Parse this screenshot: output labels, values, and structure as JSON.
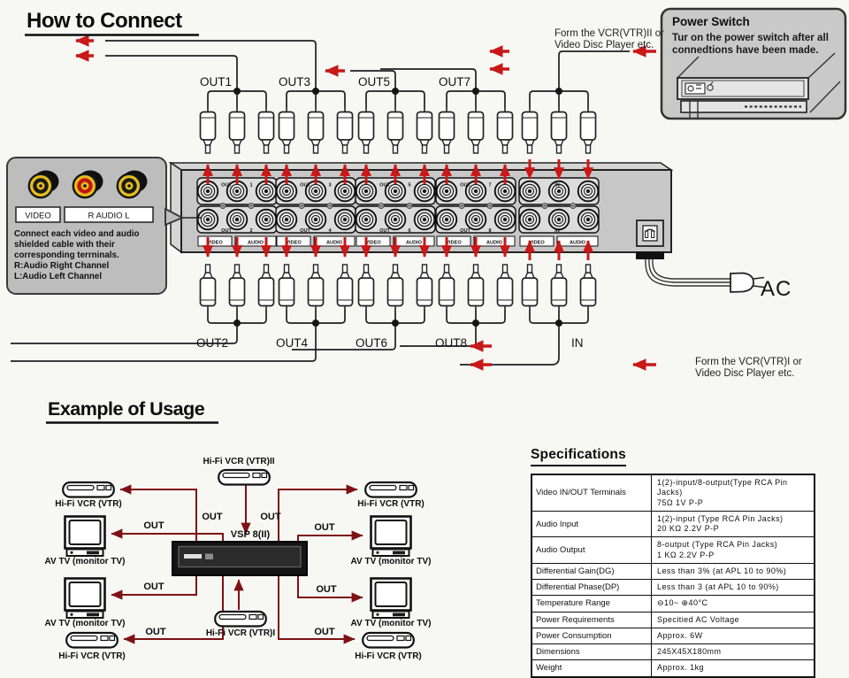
{
  "colors": {
    "arrow_red": "#c81818",
    "usage_line_red": "#7e1212",
    "panel_gray": "#c7c7c7",
    "callout_gray": "#bdbdbd",
    "jack_yellow": "#e5bd1c"
  },
  "how_to_connect": {
    "title": "How to Connect",
    "out_top": [
      "OUT1",
      "OUT3",
      "OUT5",
      "OUT7"
    ],
    "out_bottom": [
      "OUT2",
      "OUT4",
      "OUT6",
      "OUT8"
    ],
    "in_label": "IN",
    "ac_label": "AC",
    "top_source_note": [
      "Form the VCR(VTR)II or",
      "Video Disc Player etc."
    ],
    "bottom_source_note": [
      "Form the VCR(VTR)I or",
      "Video Disc Player etc."
    ],
    "panel": {
      "video_label": "VIDEO",
      "audio_label": "AUDIO",
      "sections": [
        {
          "t": "OUT",
          "tn": "1",
          "b": "OUT",
          "bn": "2"
        },
        {
          "t": "OUT",
          "tn": "3",
          "b": "OUT",
          "bn": "4"
        },
        {
          "t": "OUT",
          "tn": "5",
          "b": "OUT",
          "bn": "6"
        },
        {
          "t": "OUT",
          "tn": "7",
          "b": "OUT",
          "bn": "8"
        },
        {
          "t": "IN",
          "tn": "",
          "b": "IN",
          "bn": ""
        }
      ]
    },
    "callout": {
      "video_label": "VIDEO",
      "audio_label": "R AUDIO L",
      "lines": [
        "Connect each video and audio",
        "shielded cable with their",
        "corresponding terrninals.",
        "R:Audio Right Channel",
        "L:Audio Left Channel"
      ]
    },
    "power_switch": {
      "title": "Power Switch",
      "lines": [
        "Tur on the power switch after all",
        "connedtions have been made."
      ]
    }
  },
  "example_of_usage": {
    "title": "Example of Usage",
    "out_label": "OUT",
    "vsp_label": "VSP 8(II)",
    "top_vcr_label": "Hi-Fi VCR (VTR)II",
    "bottom_vcr_label": "Hi-Fi VCR (VTR)I",
    "left_devices": [
      {
        "type": "vcr",
        "label": "Hi-Fi VCR (VTR)"
      },
      {
        "type": "tv",
        "label": "AV TV (monitor TV)"
      },
      {
        "type": "tv",
        "label": "AV TV (monitor TV)"
      },
      {
        "type": "vcr",
        "label": "Hi-Fi VCR (VTR)"
      }
    ],
    "right_devices": [
      {
        "type": "vcr",
        "label": "Hi-Fi VCR (VTR)"
      },
      {
        "type": "tv",
        "label": "AV TV (monitor TV)"
      },
      {
        "type": "tv",
        "label": "AV TV (monitor TV)"
      },
      {
        "type": "vcr",
        "label": "Hi-Fi VCR (VTR)"
      }
    ]
  },
  "specifications": {
    "title": "Specifications",
    "rows": [
      {
        "label": "Video IN/OUT Terminals",
        "values": [
          "1(2)-input/8-output(Type RCA Pin Jacks)",
          "75Ω  1V P-P"
        ]
      },
      {
        "label": "Audio Input",
        "values": [
          "1(2)-input (Type RCA Pin Jacks)",
          "20 KΩ  2.2V P-P"
        ]
      },
      {
        "label": "Audio Output",
        "values": [
          "8-output (Type RCA Pin Jacks)",
          "1 KΩ  2.2V P-P"
        ]
      },
      {
        "label": "Differential Gain(DG)",
        "values": [
          "Less than 3% (at APL 10 to 90%)"
        ]
      },
      {
        "label": "Differential Phase(DP)",
        "values": [
          "Less than 3 (at APL 10 to 90%)"
        ]
      },
      {
        "label": "Temperature Range",
        "values": [
          "⊖10~ ⊕40°C"
        ]
      },
      {
        "label": "Power Requirements",
        "values": [
          "Specitied AC Voltage"
        ]
      },
      {
        "label": "Power Consumption",
        "values": [
          "Approx. 6W"
        ]
      },
      {
        "label": "Dimensions",
        "values": [
          "245X45X180mm"
        ]
      },
      {
        "label": "Weight",
        "values": [
          "Approx. 1kg"
        ]
      }
    ]
  }
}
